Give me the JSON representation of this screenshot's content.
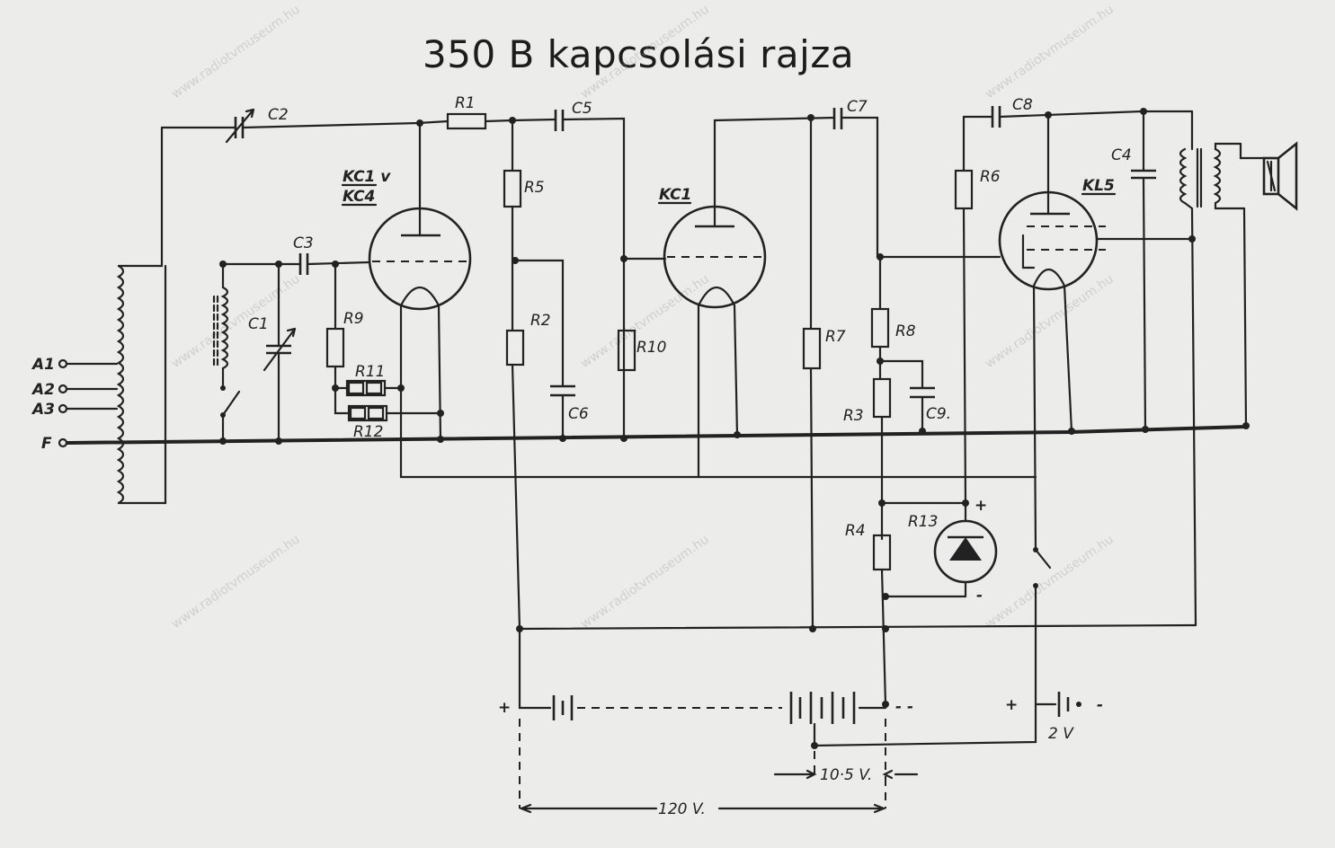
{
  "title": "350 B  kapcsolási  rajza",
  "components": {
    "capacitors": [
      "C1",
      "C2",
      "C3",
      "C4",
      "C5",
      "C6",
      "C7",
      "C8",
      "C9."
    ],
    "resistors": [
      "R1",
      "R2",
      "R3",
      "R4",
      "R5",
      "R6",
      "R7",
      "R8",
      "R9",
      "R10",
      "R11",
      "R12",
      "R13"
    ],
    "tubes": {
      "v1_line1": "KC1 v",
      "v1_line2": "KC4",
      "v2": "KC1",
      "v3": "KL5"
    }
  },
  "terminals": [
    "A1",
    "A2",
    "A3",
    "F"
  ],
  "supply": {
    "plus_left": "+",
    "minus_mid": "- -",
    "plus_right": "+",
    "minus_right": "-",
    "filament_v": "2 V",
    "grid_bias_v": "10·5 V.",
    "anode_v": "120 V."
  },
  "polarity": {
    "plus": "+",
    "minus": "-"
  },
  "watermark": "www.radiotvmuseum.hu"
}
